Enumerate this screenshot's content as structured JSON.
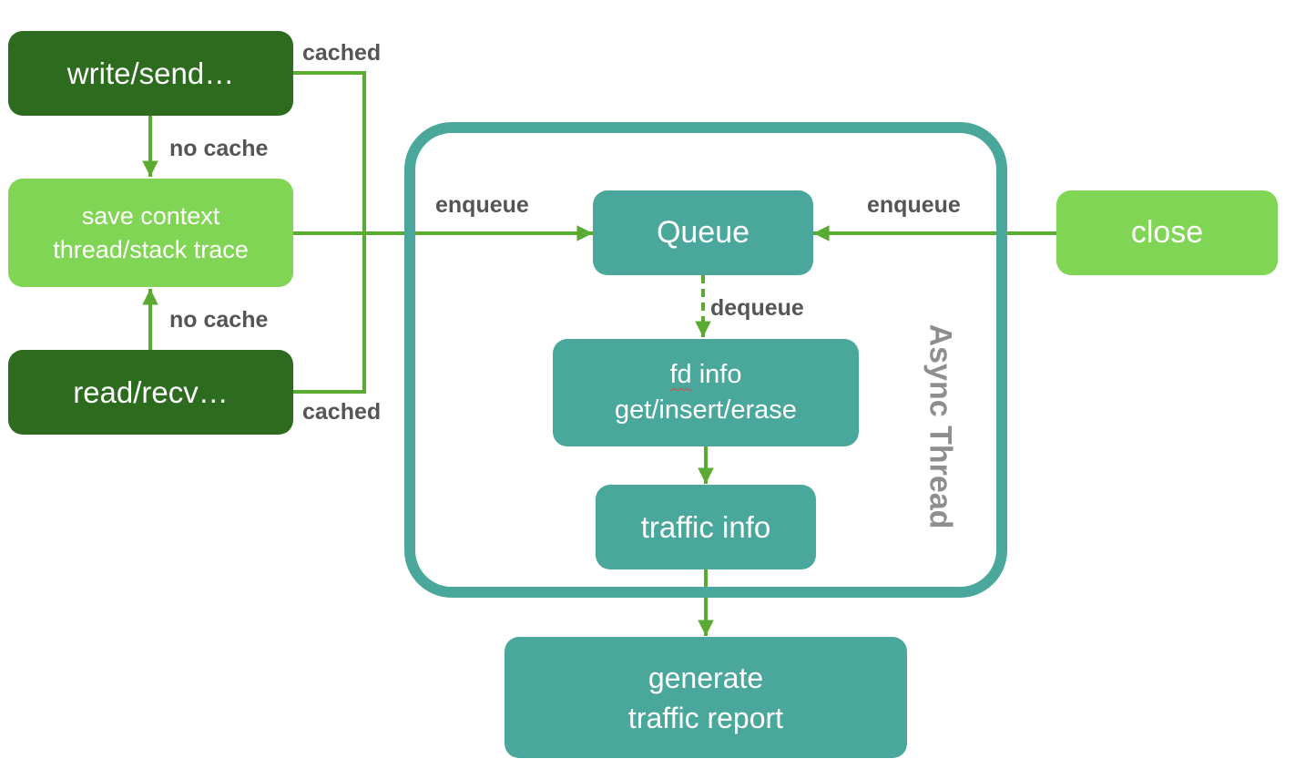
{
  "nodes": {
    "write_send": "write/send…",
    "save_context": [
      "save context",
      "thread/stack trace"
    ],
    "read_recv": "read/recv…",
    "queue": "Queue",
    "fd_info": {
      "fd": "fd",
      "rest": " info",
      "line2": "get/insert/erase"
    },
    "traffic_info": "traffic info",
    "close": "close",
    "report": [
      "generate",
      "traffic report"
    ]
  },
  "labels": {
    "cached_top": "cached",
    "cached_bottom": "cached",
    "no_cache_top": "no cache",
    "no_cache_bottom": "no cache",
    "enqueue_left": "enqueue",
    "enqueue_right": "enqueue",
    "dequeue": "dequeue",
    "async_thread": "Async Thread"
  },
  "colors": {
    "dark_green": "#2d6b1f",
    "light_green": "#80d554",
    "teal": "#4aa79b",
    "arrow_green": "#5aab31",
    "label_gray": "#555555"
  }
}
